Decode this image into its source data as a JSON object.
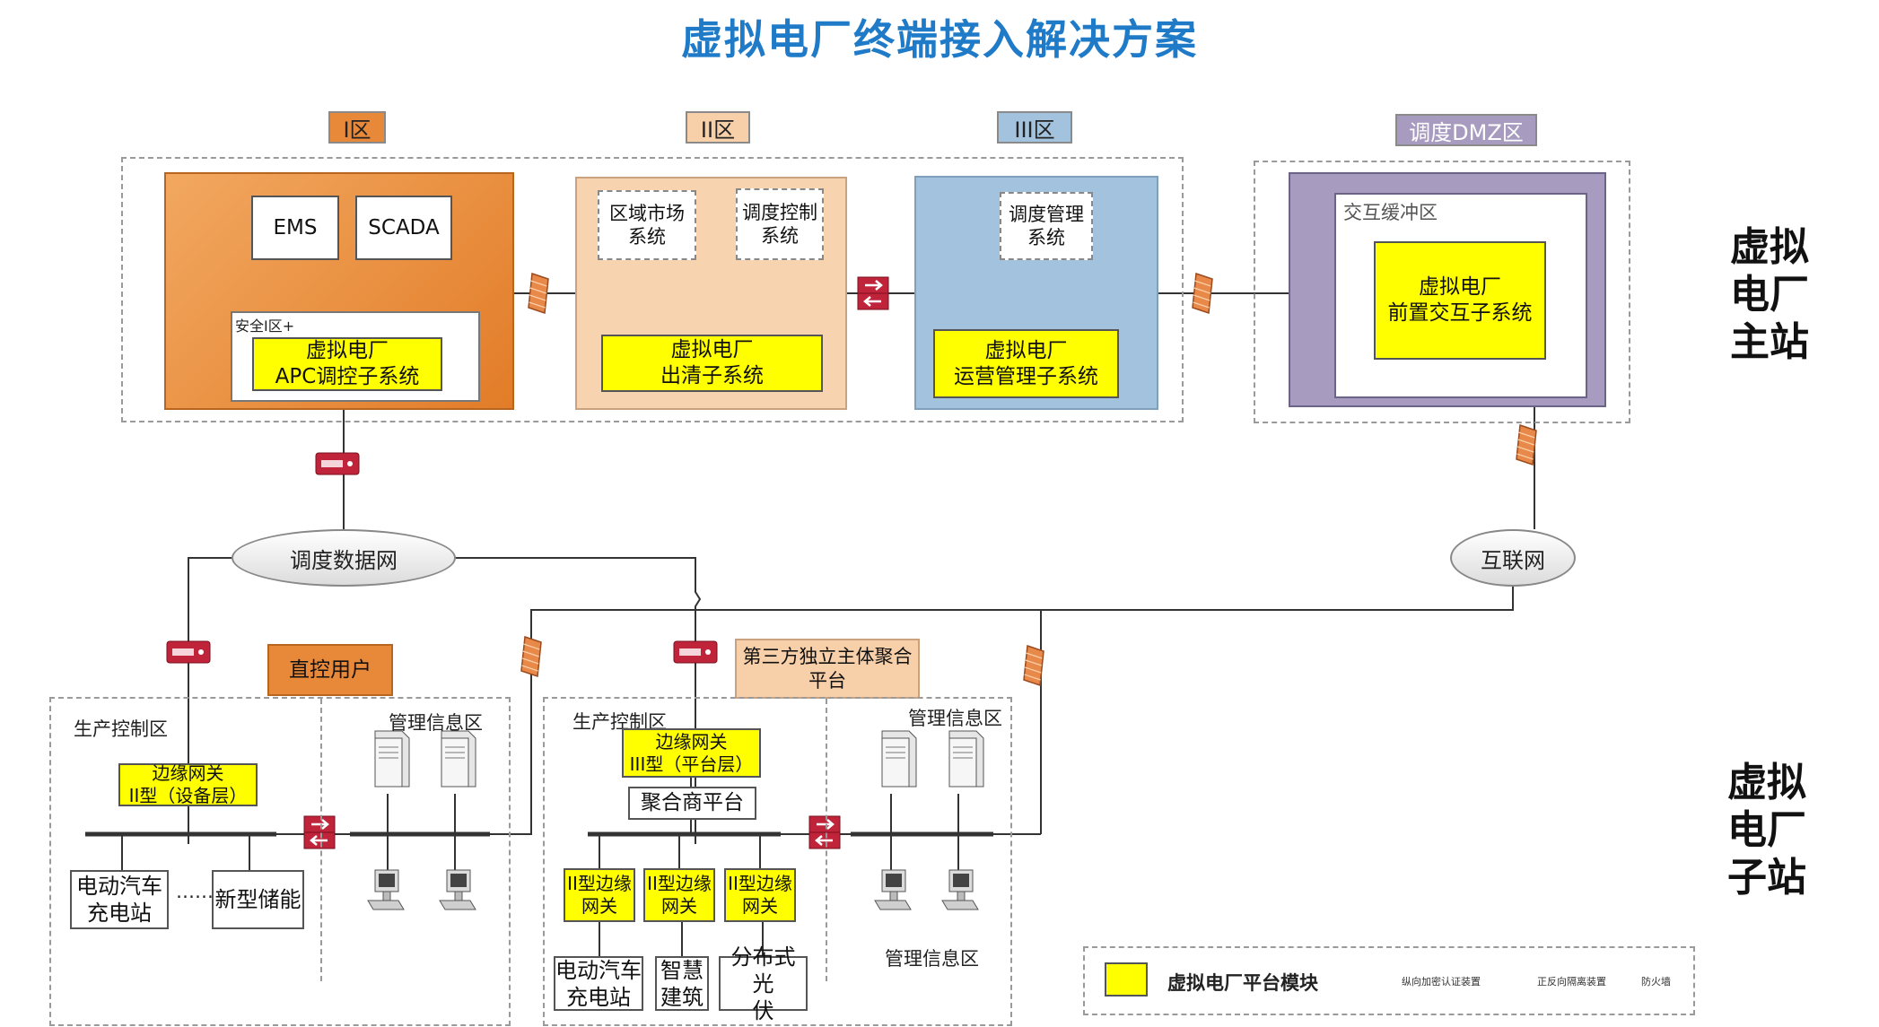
{
  "title": "虚拟电厂终端接入解决方案",
  "zones": {
    "z1": "I区",
    "z2": "II区",
    "z3": "III区",
    "dmz": "调度DMZ区",
    "buffer": "交互缓冲区",
    "safe": "安全I区+"
  },
  "main_station": {
    "ems": "EMS",
    "scada": "SCADA",
    "market": "区域市场\n系统",
    "control": "调度控制\n系统",
    "manage": "调度管理\n系统",
    "apc": "虚拟电厂\nAPC调控子系统",
    "clearing": "虚拟电厂\n出清子系统",
    "operation": "虚拟电厂\n运营管理子系统",
    "front": "虚拟电厂\n前置交互子系统"
  },
  "networks": {
    "dispatch": "调度数据网",
    "internet": "互联网"
  },
  "substation": {
    "direct_user": "直控用户",
    "third_party": "第三方独立主体聚合\n平台",
    "prod_left": "生产控制区",
    "mgmt_left": "管理信息区",
    "gw_left": "边缘网关\nII型（设备层）",
    "ev_left": "电动汽车\n充电站",
    "dots": "……",
    "storage": "新型储能",
    "prod_right": "生产控制区",
    "mgmt_right": "管理信息区",
    "gw_right": "边缘网关\nIII型（平台层）",
    "aggregator": "聚合商平台",
    "gw2a": "II型边缘\n网关",
    "gw2b": "II型边缘\n网关",
    "gw2c": "II型边缘\n网关",
    "ev_right": "电动汽车\n充电站",
    "building": "智慧\n建筑",
    "pv": "分布式光\n伏",
    "mgmt_bottom": "管理信息区"
  },
  "side_labels": {
    "main": "虚拟\n电厂\n主站",
    "sub": "虚拟\n电厂\n子站"
  },
  "legend": {
    "module": "虚拟电厂平台模块",
    "crypto": "纵向加密认证装置",
    "isolation": "正反向隔离装置",
    "firewall": "防火墙"
  },
  "colors": {
    "title": "#1f7bc8",
    "zone1": "#e8893a",
    "zone2": "#f7cfa9",
    "zone3": "#a3c2dd",
    "dmz": "#a89bc0",
    "module": "#ffff00",
    "device": "#c0243a",
    "firewall": "#e8894a"
  }
}
